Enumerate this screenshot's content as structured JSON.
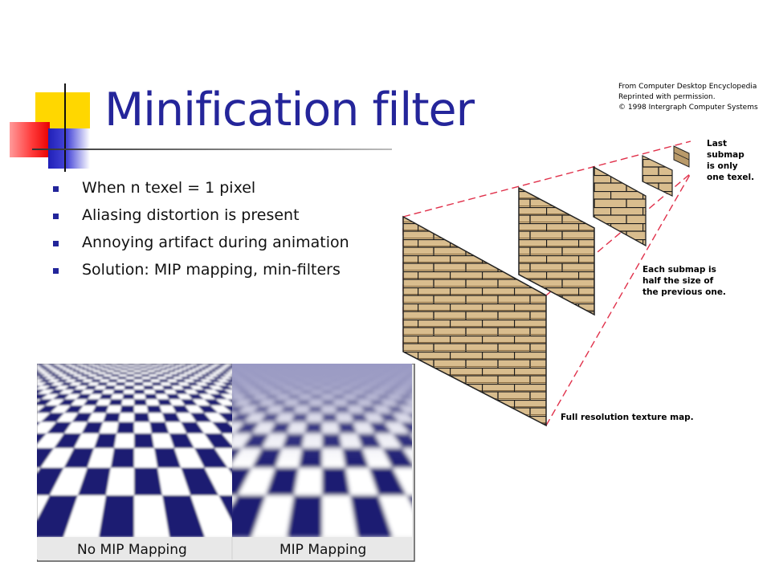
{
  "slide": {
    "title": "Minification filter",
    "bullets": [
      "When n texel = 1 pixel",
      "Aliasing distortion is present",
      "Annoying artifact during animation",
      "Solution: MIP mapping, min-filters"
    ]
  },
  "mip_figure": {
    "credit": [
      "From Computer Desktop Encyclopedia",
      "Reprinted with permission.",
      "© 1998 Intergraph Computer Systems"
    ],
    "last_submap_note": [
      "Last",
      "submap",
      "is only",
      "one texel."
    ],
    "half_size_note": [
      "Each submap is",
      "half the size of",
      "the previous one."
    ],
    "full_res_caption": "Full resolution texture map.",
    "colors": {
      "brick": "#d9bd8e",
      "mortar": "#1a1a1a",
      "guide_line": "#e0304a"
    }
  },
  "checker_figure": {
    "left_label": "No MIP Mapping",
    "right_label": "MIP Mapping",
    "colors": {
      "dark": "#1d1d72",
      "light": "#ffffff"
    }
  }
}
